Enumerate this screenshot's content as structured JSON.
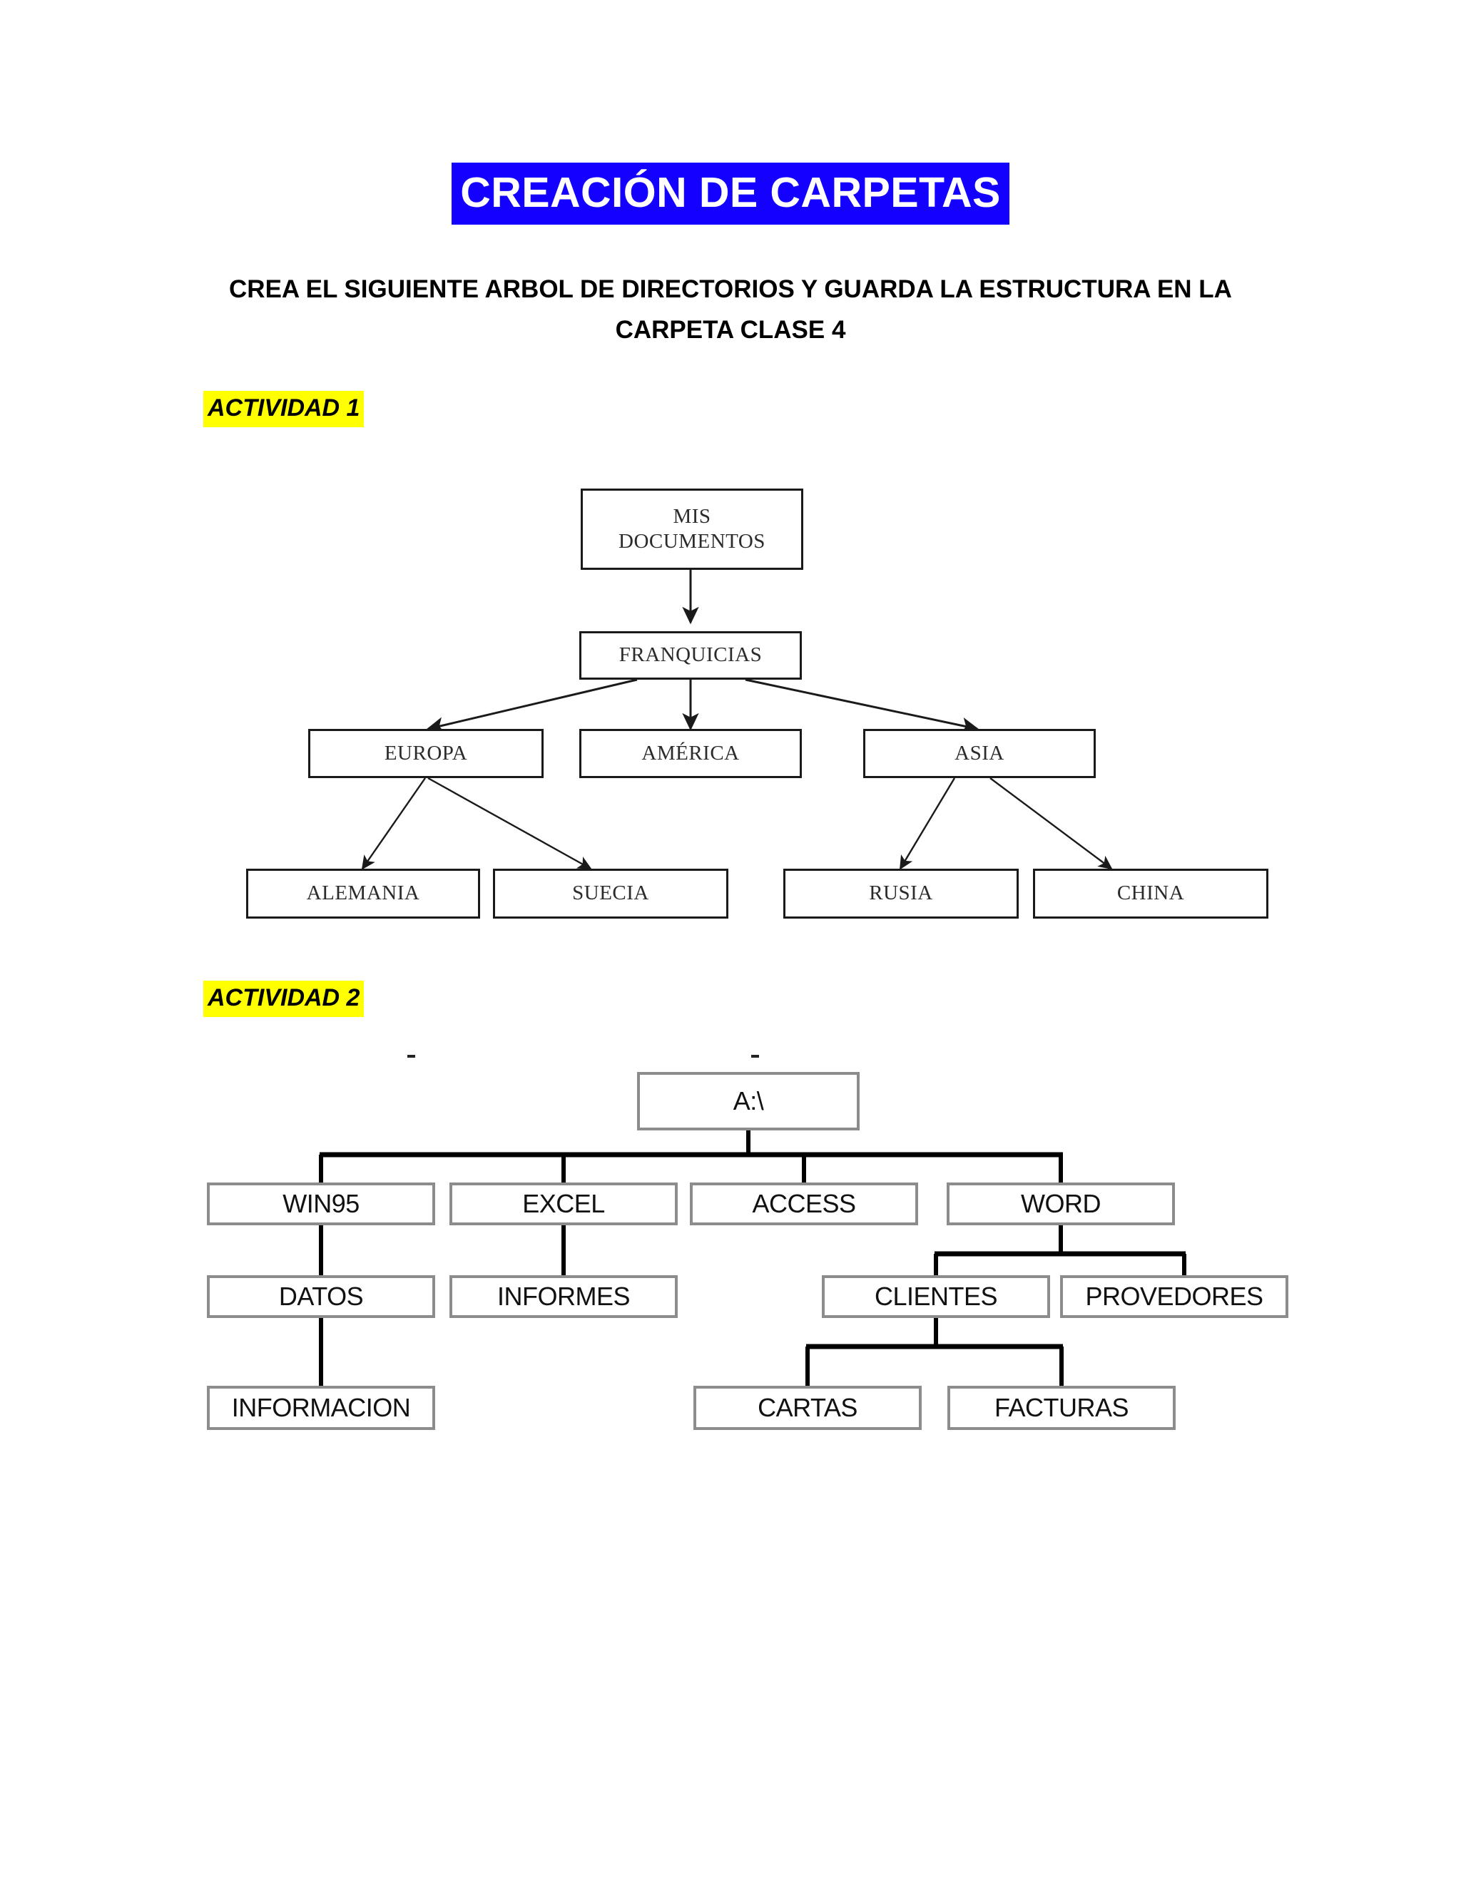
{
  "document": {
    "title": "CREACIÓN DE CARPETAS",
    "title_highlight_color": "#1400FF",
    "title_text_color": "#FFFFFF",
    "instruction": "CREA EL SIGUIENTE ARBOL DE DIRECTORIOS Y GUARDA LA ESTRUCTURA EN LA CARPETA CLASE 4",
    "highlight_color": "#FFFF00",
    "page_background": "#FFFFFF"
  },
  "sections": [
    {
      "id": "act1",
      "label": "ACTIVIDAD 1"
    },
    {
      "id": "act2",
      "label": "ACTIVIDAD 2"
    }
  ],
  "diagram1": {
    "type": "tree",
    "style": "serif boxes with arrowheads",
    "border_color": "#1A1A1A",
    "nodes": {
      "root": "MIS DOCUMENTOS",
      "root_line1": "MIS",
      "root_line2": "DOCUMENTOS",
      "franquicias": "FRANQUICIAS",
      "europa": "EUROPA",
      "america": "AMÉRICA",
      "asia": "ASIA",
      "alemania": "ALEMANIA",
      "suecia": "SUECIA",
      "rusia": "RUSIA",
      "china": "CHINA"
    },
    "edges": [
      [
        "MIS DOCUMENTOS",
        "FRANQUICIAS"
      ],
      [
        "FRANQUICIAS",
        "EUROPA"
      ],
      [
        "FRANQUICIAS",
        "AMÉRICA"
      ],
      [
        "FRANQUICIAS",
        "ASIA"
      ],
      [
        "EUROPA",
        "ALEMANIA"
      ],
      [
        "EUROPA",
        "SUECIA"
      ],
      [
        "ASIA",
        "RUSIA"
      ],
      [
        "ASIA",
        "CHINA"
      ]
    ]
  },
  "diagram2": {
    "type": "tree",
    "style": "gray bordered boxes with orthogonal connectors",
    "border_color": "#8C8C8C",
    "connector_color": "#000000",
    "nodes": {
      "root": "A:\\",
      "win95": "WIN95",
      "excel": "EXCEL",
      "access": "ACCESS",
      "word": "WORD",
      "datos": "DATOS",
      "informes": "INFORMES",
      "clientes": "CLIENTES",
      "provedores": "PROVEDORES",
      "informacion": "INFORMACION",
      "cartas": "CARTAS",
      "facturas": "FACTURAS"
    },
    "edges": [
      [
        "A:\\",
        "WIN95"
      ],
      [
        "A:\\",
        "EXCEL"
      ],
      [
        "A:\\",
        "ACCESS"
      ],
      [
        "A:\\",
        "WORD"
      ],
      [
        "WIN95",
        "DATOS"
      ],
      [
        "EXCEL",
        "INFORMES"
      ],
      [
        "WORD",
        "CLIENTES"
      ],
      [
        "WORD",
        "PROVEDORES"
      ],
      [
        "DATOS",
        "INFORMACION"
      ],
      [
        "CLIENTES",
        "CARTAS"
      ],
      [
        "CLIENTES",
        "FACTURAS"
      ]
    ]
  }
}
